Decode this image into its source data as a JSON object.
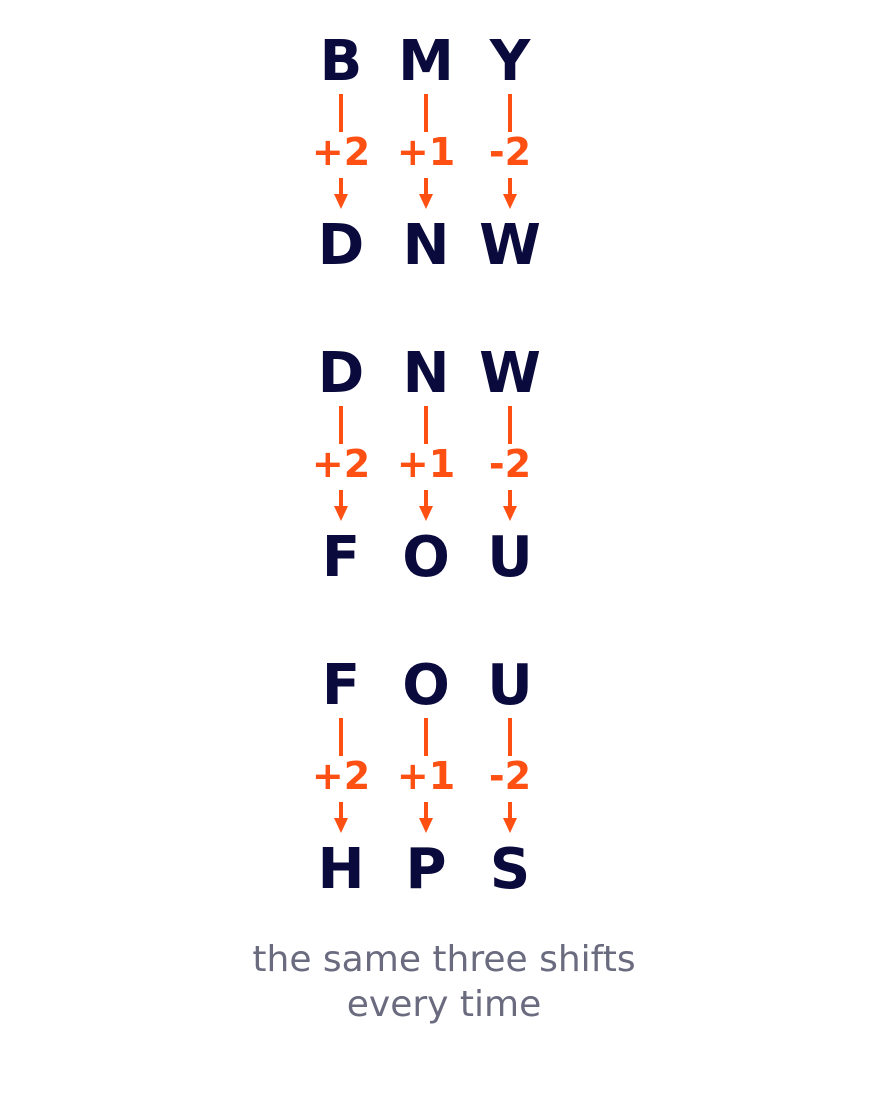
{
  "colors": {
    "letter": "#0a0a3c",
    "shift": "#ff5014",
    "caption": "#6b6b80",
    "background": "#ffffff"
  },
  "steps": [
    {
      "from": [
        "B",
        "M",
        "Y"
      ],
      "shifts": [
        "+2",
        "+1",
        "-2"
      ],
      "to": [
        "D",
        "N",
        "W"
      ]
    },
    {
      "from": [
        "D",
        "N",
        "W"
      ],
      "shifts": [
        "+2",
        "+1",
        "-2"
      ],
      "to": [
        "F",
        "O",
        "U"
      ]
    },
    {
      "from": [
        "F",
        "O",
        "U"
      ],
      "shifts": [
        "+2",
        "+1",
        "-2"
      ],
      "to": [
        "H",
        "P",
        "S"
      ]
    }
  ],
  "caption": "the same three shifts every time"
}
